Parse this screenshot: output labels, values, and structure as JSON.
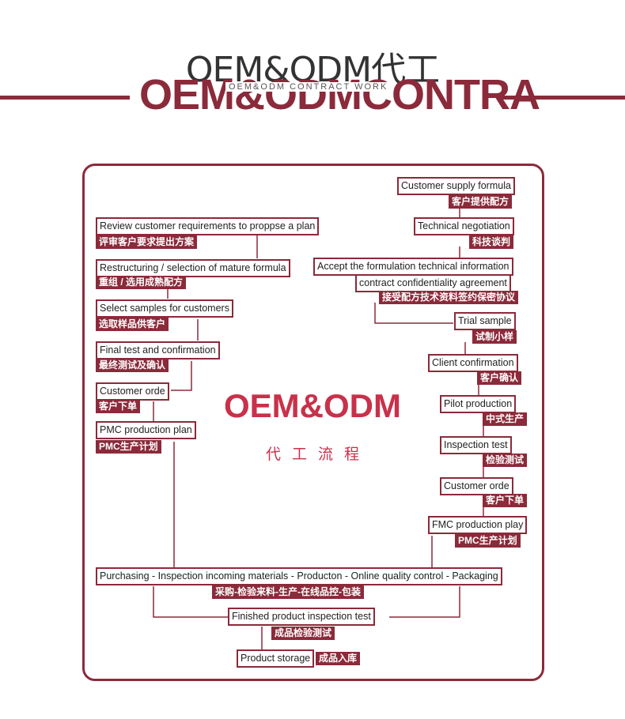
{
  "header": {
    "title": "OEM&ODM代工",
    "background_text": "OEM&ODMCONTRA",
    "subtitle": "OEM&ODM CONTRACT WORK"
  },
  "center": {
    "title": "OEM&ODM",
    "subtitle": "代工流程"
  },
  "steps": [
    {
      "id": "customer-supply-formula",
      "en": "Customer supply formula",
      "zh": "客户提供配方"
    },
    {
      "id": "technical-negotiation",
      "en": "Technical negotiation",
      "zh": "科技谈判"
    },
    {
      "id": "accept-formulation",
      "en": "Accept the formulation technical information",
      "en2": "contract confidentiality agreement",
      "zh": "接受配方技术资料签约保密协议"
    },
    {
      "id": "trial-sample",
      "en": "Trial sample",
      "zh": "试制小样"
    },
    {
      "id": "client-confirmation",
      "en": "Client confirmation",
      "zh": "客户确认"
    },
    {
      "id": "pilot-production",
      "en": "Pilot production",
      "zh": "中式生产"
    },
    {
      "id": "inspection-test",
      "en": "Inspection test",
      "zh": "检验测试"
    },
    {
      "id": "customer-order-right",
      "en": "Customer orde",
      "zh": "客户下单"
    },
    {
      "id": "fmc-production-plan",
      "en": "FMC production play",
      "zh": "PMC生产计划"
    },
    {
      "id": "review-requirements",
      "en": "Review customer requirements to proppse a plan",
      "zh": "评审客户要求提出方案"
    },
    {
      "id": "restructuring",
      "en": "Restructuring / selection of mature formula",
      "zh": "重组 / 选用成熟配方"
    },
    {
      "id": "select-samples",
      "en": "Select samples for customers",
      "zh": "选取样品供客户"
    },
    {
      "id": "final-test",
      "en": "Final test and confirmation",
      "zh": "最终测试及确认"
    },
    {
      "id": "customer-order-left",
      "en": "Customer orde",
      "zh": "客户下单"
    },
    {
      "id": "pmc-production-plan",
      "en": "PMC production plan",
      "zh": "PMC生产计划"
    },
    {
      "id": "purchasing",
      "en": "Purchasing - Inspection incoming materials - Producton - Online quality control - Packaging",
      "zh": "采购-检验来料-生产-在线品控-包装"
    },
    {
      "id": "finished-inspection",
      "en": "Finished product inspection test",
      "zh": "成品检验测试"
    },
    {
      "id": "product-storage",
      "en": "Product storage",
      "zh": "成品入库"
    }
  ],
  "colors": {
    "accent": "#8b2a3a",
    "center_text": "#c8314a"
  }
}
